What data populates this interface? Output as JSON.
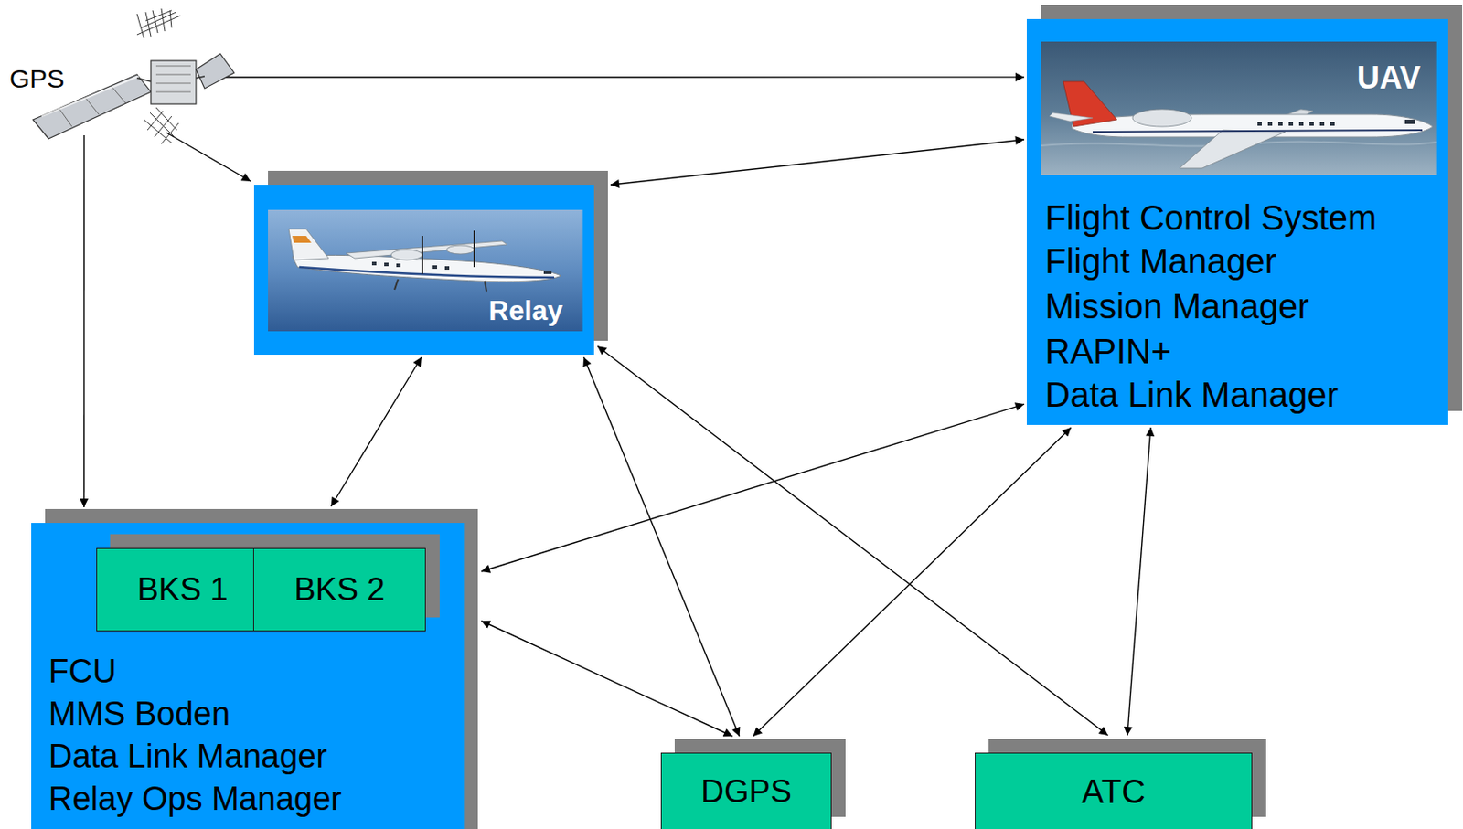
{
  "diagram": {
    "nodes": [
      {
        "text": [
          "GPS"
        ]
      },
      {
        "text": [
          "UAV",
          "Flight Control System",
          "Flight Manager",
          "Mission Manager",
          "RAPIN+",
          "Data Link Manager"
        ]
      },
      {
        "text": [
          "Relay"
        ]
      },
      {
        "text": [
          "FCU",
          "MMS Boden",
          "Data Link Manager",
          "Relay Ops Manager"
        ]
      },
      {
        "text": [
          "BKS 1"
        ],
        "in": 3
      },
      {
        "text": [
          "BKS 2"
        ],
        "in": 3
      },
      {
        "text": [
          "DGPS"
        ]
      },
      {
        "text": [
          "ATC"
        ]
      }
    ],
    "edges": [
      {
        "from": 0,
        "to": 1,
        "arrow": "to"
      },
      {
        "from": 0,
        "to": 2,
        "arrow": "to"
      },
      {
        "from": 0,
        "to": 3,
        "arrow": "to"
      },
      {
        "from": 2,
        "to": 1,
        "arrow": "both"
      },
      {
        "from": 2,
        "to": 3,
        "arrow": "both"
      },
      {
        "from": 2,
        "to": 6,
        "arrow": "both"
      },
      {
        "from": 2,
        "to": 7,
        "arrow": "both"
      },
      {
        "from": 1,
        "to": 3,
        "arrow": "both"
      },
      {
        "from": 1,
        "to": 6,
        "arrow": "both"
      },
      {
        "from": 1,
        "to": 7,
        "arrow": "both"
      },
      {
        "from": 3,
        "to": 6,
        "arrow": "both"
      }
    ]
  }
}
